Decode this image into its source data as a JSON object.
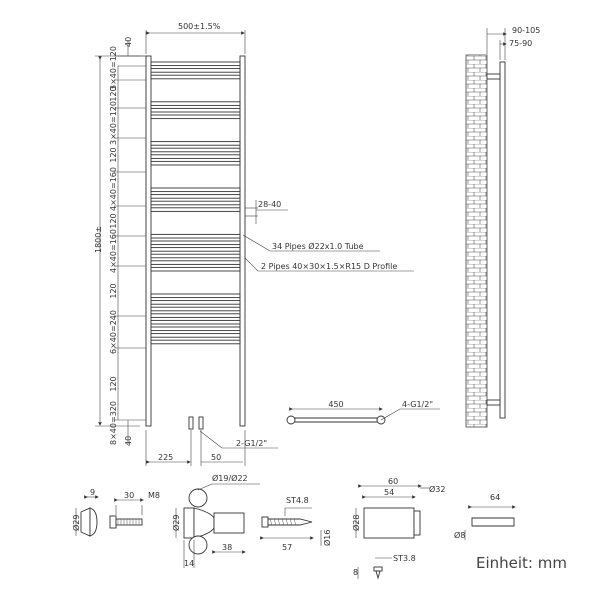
{
  "front": {
    "width": "500±1.5%",
    "top_gap": "40",
    "bottom_gap": "40",
    "height": "1800±",
    "segments": [
      "3×40=120",
      "120",
      "3×40=120",
      "120",
      "4×40=160",
      "120",
      "4×40=160",
      "120",
      "6×40=240",
      "120",
      "8×40=320"
    ],
    "connection_offset": "225",
    "connection_spacing": "50",
    "connection_thread": "2-G1/2\"",
    "bar_gap": "28-40",
    "callouts": [
      "34 Pipes Ø22x1.0 Tube",
      "2 Pipes 40×30×1.5×R15 D Profile"
    ]
  },
  "side": {
    "depth_total": "90-105",
    "depth_inner": "75-90"
  },
  "top": {
    "width": "450",
    "thread": "4-G1/2\""
  },
  "parts": {
    "cap_dim": "9",
    "cap_dia": "Ø29",
    "screw_len": "30",
    "screw_thread": "M8",
    "bracket_dia": "Ø19/Ø22",
    "bracket_left": "Ø29",
    "bracket_len": "38",
    "bracket_base": "14",
    "wood_screw": "ST4.8",
    "wood_screw_len": "57",
    "plug_dia": "Ø16",
    "cover_len": "60",
    "cover_inner": "54",
    "cover_dia": "Ø32",
    "cover_left": "Ø28",
    "small_screw": "ST3.8",
    "small_screw_len": "8",
    "tool_len": "64",
    "tool_dia": "Ø8"
  },
  "unit_label": "Einheit: mm"
}
